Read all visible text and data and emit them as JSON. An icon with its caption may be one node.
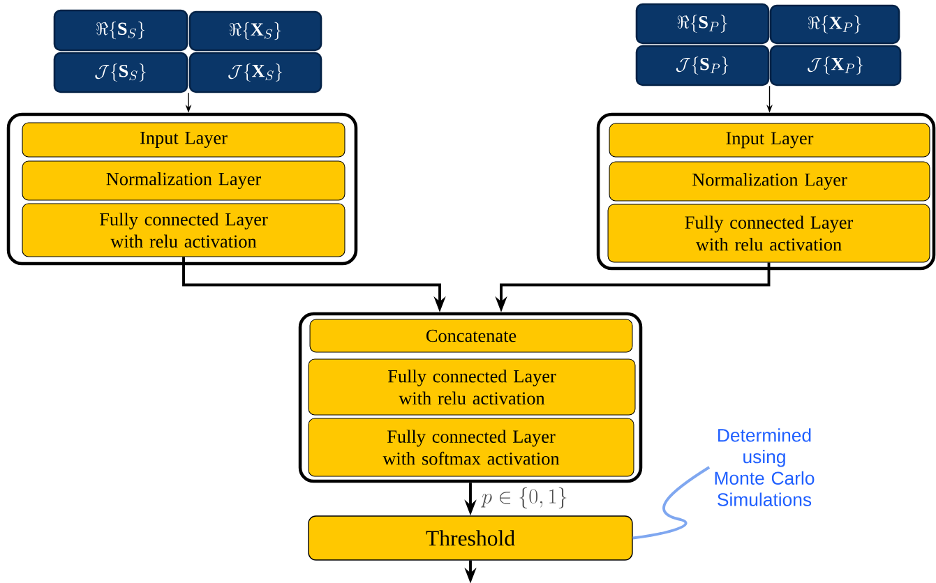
{
  "diagram": {
    "nodes": [
      {
        "text": [
          "\\Re\\{\\mathbf{S}_S\\}"
        ]
      },
      {
        "text": [
          "\\Re\\{\\mathbf{X}_S\\}"
        ]
      },
      {
        "text": [
          "\\mathcal{J}\\{\\mathbf{S}_S\\}"
        ]
      },
      {
        "text": [
          "\\mathcal{J}\\{\\mathbf{X}_S\\}"
        ]
      },
      {
        "text": [],
        "shape": "box"
      },
      {
        "text": [
          "Input Layer"
        ],
        "in": 4
      },
      {
        "text": [
          "Normalization Layer"
        ],
        "in": 4
      },
      {
        "text": [
          "Fully connected Layer with relu activation"
        ],
        "in": 4
      },
      {
        "text": [
          "\\Re\\{\\mathbf{S}_P\\}"
        ]
      },
      {
        "text": [
          "\\Re\\{\\mathbf{X}_P\\}"
        ]
      },
      {
        "text": [
          "\\mathcal{J}\\{\\mathbf{S}_P\\}"
        ]
      },
      {
        "text": [
          "\\mathcal{J}\\{\\mathbf{X}_P\\}"
        ]
      },
      {
        "text": [],
        "shape": "box"
      },
      {
        "text": [
          "Input Layer"
        ],
        "in": 12
      },
      {
        "text": [
          "Normalization Layer"
        ],
        "in": 12
      },
      {
        "text": [
          "Fully connected Layer with relu activation"
        ],
        "in": 12
      },
      {
        "text": [],
        "shape": "box"
      },
      {
        "text": [
          "Concatenate"
        ],
        "in": 16
      },
      {
        "text": [
          "Fully connected Layer with relu activation"
        ],
        "in": 16
      },
      {
        "text": [
          "Fully connected Layer with softmax activation"
        ],
        "in": 16
      },
      {
        "text": [
          "Threshold"
        ]
      },
      {
        "text": [
          "Determined using Monte Carlo Simulations"
        ]
      }
    ],
    "edges": [
      {
        "from": 2,
        "to": 4,
        "arrow": "to"
      },
      {
        "from": 3,
        "to": 4,
        "arrow": "to"
      },
      {
        "from": 10,
        "to": 12,
        "arrow": "to"
      },
      {
        "from": 11,
        "to": 12,
        "arrow": "to"
      },
      {
        "from": 7,
        "to": 16,
        "arrow": "to"
      },
      {
        "from": 15,
        "to": 16,
        "arrow": "to"
      },
      {
        "from": 16,
        "to": 20,
        "arrow": "to",
        "label": "p \\in \\{0,1\\}"
      },
      {
        "from": 20,
        "to": null,
        "arrow": "to"
      },
      {
        "from": 21,
        "to": 20,
        "arrow": "none",
        "color": "#7fa7f0"
      }
    ]
  }
}
